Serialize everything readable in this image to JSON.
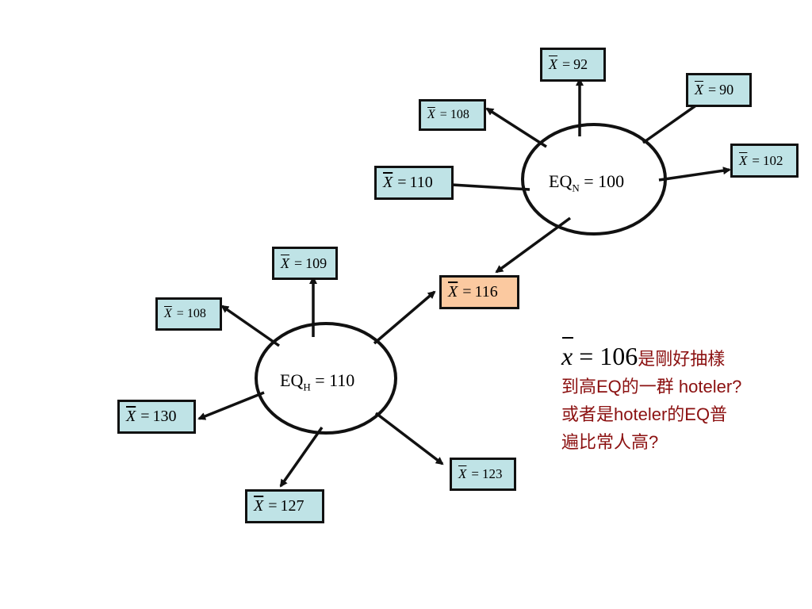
{
  "colors": {
    "box_fill": "#bfe3e6",
    "box_highlight_fill": "#fbc9a0",
    "outline": "#111111",
    "note_text": "#8b1010"
  },
  "mean_symbol": "X",
  "nodes": {
    "normal": {
      "label_main": "EQ",
      "label_sub": "N",
      "label_tail": " = 100"
    },
    "high": {
      "label_main": "EQ",
      "label_sub": "H",
      "label_tail": " = 110"
    }
  },
  "sample_means": {
    "normal_group": [
      "92",
      "108",
      "90",
      "102",
      "110"
    ],
    "high_group": [
      "109",
      "108",
      "130",
      "127",
      "123"
    ],
    "shared": "116"
  },
  "note": {
    "formula_var": "x",
    "formula_rest": " = 106",
    "line1": "是剛好抽樣",
    "line2": "到高EQ的一群 hoteler?",
    "line3": "或者是hoteler的EQ普",
    "line4": "遍比常人高?"
  }
}
